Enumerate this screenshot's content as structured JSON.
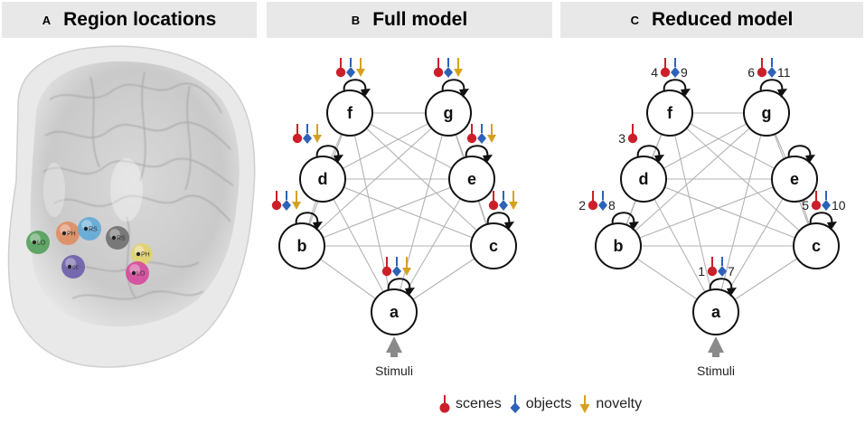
{
  "panels": {
    "a": {
      "letter": "A",
      "title": "Region locations"
    },
    "b": {
      "letter": "B",
      "title": "Full model"
    },
    "c": {
      "letter": "C",
      "title": "Reduced model"
    }
  },
  "regions": [
    "LO",
    "PH",
    "RS",
    "RS",
    "PH",
    "cc",
    "LO"
  ],
  "nodes": [
    "a",
    "b",
    "c",
    "d",
    "e",
    "f",
    "g"
  ],
  "stimuli_label": "Stimuli",
  "reduced_numbers": {
    "a": [
      "1",
      "7"
    ],
    "b": [
      "2",
      "8"
    ],
    "c": [
      "5",
      "10"
    ],
    "d": [
      "3"
    ],
    "f": [
      "4",
      "9"
    ],
    "g": [
      "6",
      "11"
    ]
  },
  "legend": {
    "scenes": "scenes",
    "objects": "objects",
    "novelty": "novelty"
  },
  "colors": {
    "scenes": "#cc1f2a",
    "objects": "#2d62b8",
    "novelty": "#d6a121",
    "edges": "#b3b3b3",
    "arrow": "#8a8a8a"
  }
}
